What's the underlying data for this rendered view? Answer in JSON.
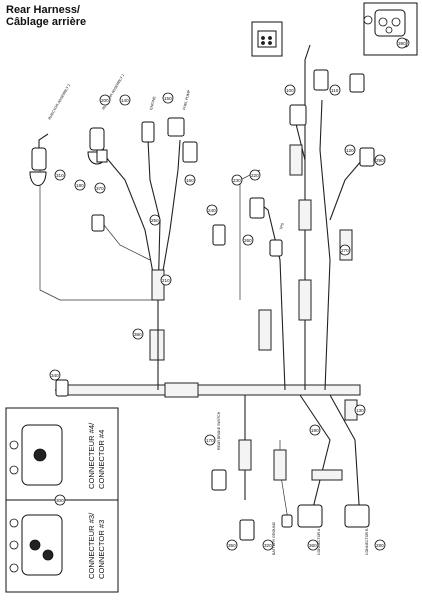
{
  "title": {
    "line1": "Rear Harness/",
    "line2": "Câblage arrière"
  },
  "insets": {
    "connector4": {
      "line1": "CONNECTEUR #4/",
      "line2": "CONNECTOR #4"
    },
    "connector3": {
      "line1": "CONNECTEUR #3/",
      "line2": "CONNECTOR #3"
    }
  },
  "labels": {
    "injector2": "INJECTOR ASSEMBLY 2",
    "injector1": "INJECTOR ASSEMBLY 1",
    "fuel_pump": "FUEL PUMP",
    "engine": "ENGINE",
    "tps": "TPS",
    "rear_brake": "REAR BRAKE SWITCH",
    "battery": "BATTERY GROUND",
    "connector_a": "CONNECTOR A",
    "connector_b": "CONNECTOR B"
  },
  "callouts": [
    "390",
    "370",
    "310",
    "200",
    "180",
    "140",
    "150",
    "160",
    "250",
    "240",
    "230",
    "220",
    "210",
    "380",
    "340",
    "130",
    "170",
    "350",
    "320",
    "360",
    "280",
    "290",
    "260",
    "100",
    "120",
    "110",
    "300",
    "190",
    "270"
  ]
}
